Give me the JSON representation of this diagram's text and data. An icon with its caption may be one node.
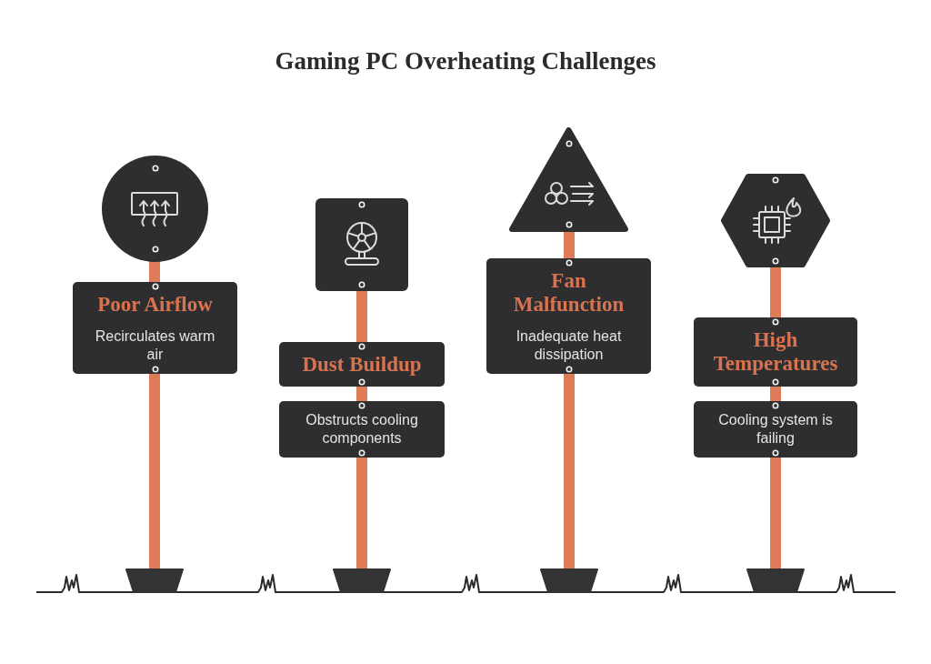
{
  "diagram": {
    "title": "Gaming PC Overheating Challenges",
    "nodes": [
      {
        "text": [],
        "shape": "circle"
      },
      {
        "text": [
          "Poor Airflow",
          "Recirculates warm air"
        ]
      },
      {
        "text": [],
        "shape": "box"
      },
      {
        "text": [
          "Dust Buildup"
        ]
      },
      {
        "text": [
          "Obstructs cooling components"
        ]
      },
      {
        "text": [],
        "shape": "triangle"
      },
      {
        "text": [
          "Fan Malfunction",
          "Inadequate heat dissipation"
        ]
      },
      {
        "text": [],
        "shape": "hexagon"
      },
      {
        "text": [
          "High Temperatures"
        ]
      },
      {
        "text": [
          "Cooling system is failing"
        ]
      }
    ]
  }
}
